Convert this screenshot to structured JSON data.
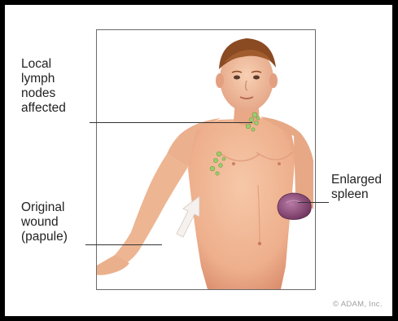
{
  "labels": {
    "lymph_nodes": "Local\nlymph\nnodes\naffected",
    "original_wound": "Original\nwound\n(papule)",
    "spleen": "Enlarged\nspleen"
  },
  "copyright": "© ADAM, Inc.",
  "colors": {
    "skin": "#f0b896",
    "skin_shadow": "#dc8f6f",
    "hair": "#8a4a22",
    "lymph_node": "#9ccc6c",
    "spleen": "#8c4a78",
    "arrow": "#f4f1ee",
    "background": "#000000",
    "panel": "#ffffff"
  },
  "icons": {
    "arrow": "white-upward-arrow-icon"
  }
}
